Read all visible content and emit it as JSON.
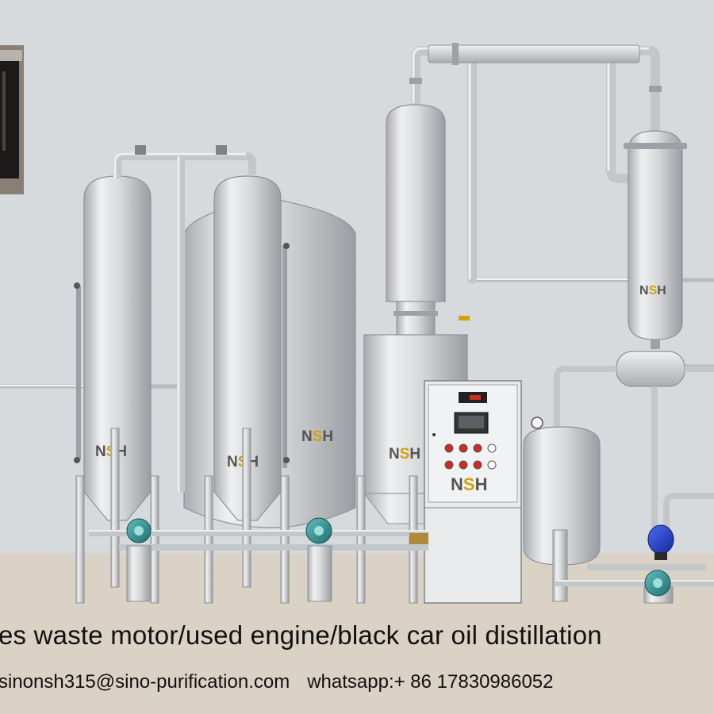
{
  "scene": {
    "brand_mark": "NSH",
    "background_color": "#d7dadc",
    "floor_color": "#d9d2c5",
    "vessel_color": "#e3e4e6",
    "pump_color": "#2f8f8f",
    "pump_blue_color": "#1f3fc8",
    "brand_color": "#d4a10a",
    "inset_photo": "black-oil-jar-photo"
  },
  "control_panel": {
    "button_colors": [
      "#d12a20",
      "#d12a20",
      "#d12a20",
      "#ffffff",
      "#d12a20",
      "#d12a20",
      "#d12a20",
      "#ffffff"
    ]
  },
  "caption": {
    "title": "es waste motor/used engine/black car oil distillation",
    "email": "sinonsh315@sino-purification.com",
    "whatsapp": "whatsapp:+ 86 17830986052"
  }
}
